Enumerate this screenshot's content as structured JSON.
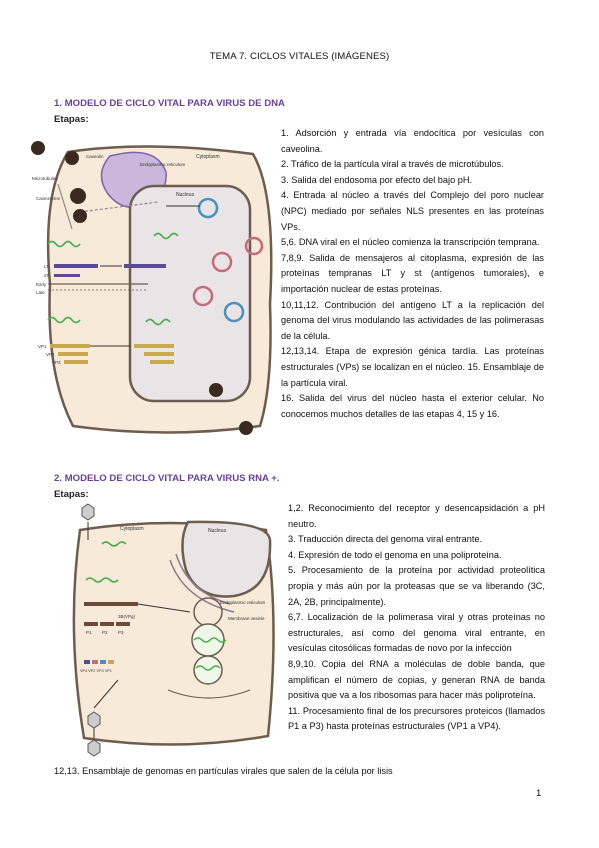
{
  "page_title": "TEMA 7. CICLOS VITALES (IMÁGENES)",
  "section1": {
    "heading": "1. MODELO DE CICLO VITAL PARA VIRUS DE DNA",
    "etapas_label": "Etapas:",
    "figure_labels": {
      "caveolin": "Caveolin",
      "er": "Endoplasmic reticulum",
      "cytoplasm": "Cytoplasm",
      "microtubules": "Microtubules",
      "caveosome": "Caveosome",
      "nucleus": "Nucleus",
      "lt": "LT",
      "st": "sT",
      "early": "Early",
      "late": "Late",
      "vp1": "VP1",
      "vp2": "VP2",
      "vp3": "VP3"
    },
    "text": "1. Adsorción y entrada vía endocítica por vesículas con caveolina.\n2. Tráfico de la partícula viral a través de microtúbulos.\n3. Salida del endosoma por efecto del bajo pH.\n4. Entrada al núcleo a través del Complejo del poro nuclear (NPC) mediado por señales NLS presentes en las proteínas VPs.\n5,6. DNA viral en el núcleo comienza la transcripción temprana.\n7,8,9. Salida de mensajeros al citoplasma, expresión de las proteínas tempranas LT y st (antígenos tumorales), e importación nuclear de estas proteínas.\n10,11,12. Contribución del antígeno LT a la replicación del genoma del virus modulando las actividades de las polimerasas de la célula.\n12,13,14. Etapa de expresión génica tardía. Las proteínas estructurales (VPs) se localizan en el núcleo. 15. Ensamblaje de la partícula viral.\n16. Salida del virus del núcleo hasta el exterior celular. No conocemos muchos detalles de las etapas 4, 15 y 16."
  },
  "section2": {
    "heading": "2. MODELO DE CICLO VITAL PARA VIRUS RNA +.",
    "etapas_label": "Etapas:",
    "figure_labels": {
      "cytoplasm": "Cytoplasm",
      "nucleus": "Nucleus",
      "er": "Endoplasmic reticulum",
      "membrane_vesicle": "Membrane vesicle",
      "vpg": "3B(VPg)",
      "p1": "P1",
      "p2": "P2",
      "p3": "P3",
      "vp_labels": "VP4 VP2 VP3 VP1"
    },
    "text": "1,2. Reconocimiento del receptor y desencapsidación a pH neutro.\n3. Traducción directa del genoma viral entrante.\n4. Expresión de todo el genoma en una poliproteína.\n5. Procesamiento de la proteína por actividad proteolítica propia y más aún por la proteasas que se va liberando (3C, 2A, 2B, principalmente).\n6,7. Localización de la polimerasa viral y otras proteínas no estructurales, así como del genoma viral entrante, en vesículas citosólicas formadas de novo por la infección\n8,9,10. Copia del RNA a moléculas de doble banda, que amplifican el número de copias, y generan RNA de banda positiva que va a los ribosomas para hacer más poliproteína.\n11. Procesamiento final de los precursores proteicos (llamados P1 a P3) hasta proteínas estructurales (VP1 a VP4).",
    "bottom_line": "12,13.  Ensamblaje de genomas en partículas virales que salen de la célula por lisis"
  },
  "page_number": "1",
  "colors": {
    "heading": "#6b3fa0",
    "cell_fill": "#f7ead9",
    "membrane": "#6e5d4e",
    "nucleus_fill": "#e9e4e6",
    "virus": "#3b2a20",
    "green": "#4caf50",
    "purple_bar": "#5b4a9a",
    "gold_bar": "#c9a94d"
  }
}
